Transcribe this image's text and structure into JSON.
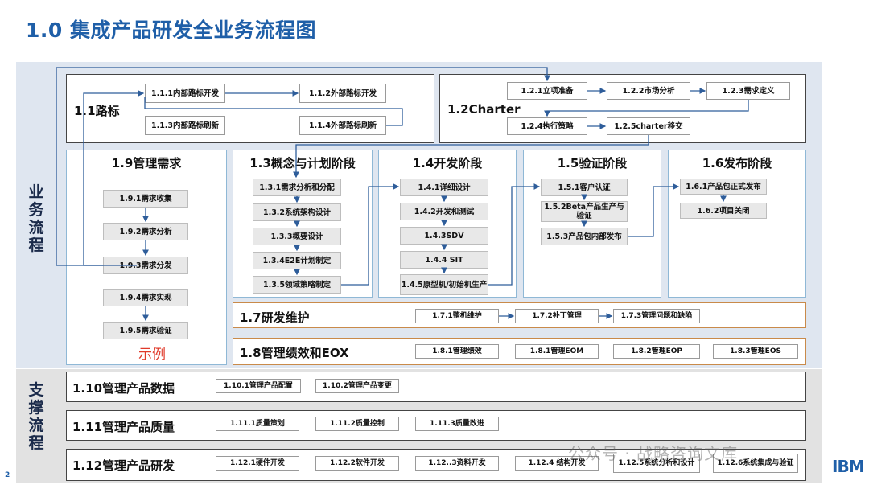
{
  "title": "1.0 集成产品研发全业务流程图",
  "side": {
    "business": "业务流程",
    "support": "支撑流程"
  },
  "roadmap": {
    "title": "1.1路标",
    "items": [
      "1.1.1内部路标开发",
      "1.1.2外部路标开发",
      "1.1.3内部路标刷新",
      "1.1.4外部路标刷新"
    ]
  },
  "charter": {
    "title": "1.2Charter",
    "items": [
      "1.2.1立项准备",
      "1.2.2市场分析",
      "1.2.3需求定义",
      "1.2.4执行策略",
      "1.2.5charter移交"
    ]
  },
  "req": {
    "title": "1.9管理需求",
    "items": [
      "1.9.1需求收集",
      "1.9.2需求分析",
      "1.9.3需求分发",
      "1.9.4需求实现",
      "1.9.5需求验证"
    ],
    "example": "示例"
  },
  "concept": {
    "title": "1.3概念与计划阶段",
    "items": [
      "1.3.1需求分析和分配",
      "1.3.2系统架构设计",
      "1.3.3概要设计",
      "1.3.4E2E计划制定",
      "1.3.5领域策略制定"
    ]
  },
  "dev": {
    "title": "1.4开发阶段",
    "items": [
      "1.4.1详细设计",
      "1.4.2开发和测试",
      "1.4.3SDV",
      "1.4.4 SIT",
      "1.4.5原型机/初始机生产"
    ]
  },
  "verify": {
    "title": "1.5验证阶段",
    "items": [
      "1.5.1客户认证",
      "1.5.2Beta产品生产与验证",
      "1.5.3产品包内部发布"
    ]
  },
  "release": {
    "title": "1.6发布阶段",
    "items": [
      "1.6.1产品包正式发布",
      "1.6.2项目关闭"
    ]
  },
  "maint": {
    "title": "1.7研发维护",
    "items": [
      "1.7.1整机维护",
      "1.7.2补丁管理",
      "1.7.3管理问题和缺陷"
    ]
  },
  "eox": {
    "title": "1.8管理绩效和EOX",
    "items": [
      "1.8.1管理绩效",
      "1.8.1管理EOM",
      "1.8.2管理EOP",
      "1.8.3管理EOS"
    ]
  },
  "data": {
    "title": "1.10管理产品数据",
    "items": [
      "1.10.1管理产品配置",
      "1.10.2管理产品变更"
    ]
  },
  "quality": {
    "title": "1.11管理产品质量",
    "items": [
      "1.11.1质量策划",
      "1.11.2质量控制",
      "1.11.3质量改进"
    ]
  },
  "rd": {
    "title": "1.12管理产品研发",
    "items": [
      "1.12.1硬件开发",
      "1.12.2软件开发",
      "1.12..3资料开发",
      "1.12.4 结构开发",
      "1.12.5系统分析和设计",
      "1.12.6系统集成与验证"
    ]
  },
  "footer": {
    "page": "2",
    "watermark": "公众号 · 战略咨询文库",
    "logo": "IBM"
  },
  "colors": {
    "title": "#1f5fa8",
    "arrow": "#2e5d9a",
    "business_band": "#dfe6f0",
    "support_band": "#e2e2e2",
    "example": "#e03a2a"
  }
}
